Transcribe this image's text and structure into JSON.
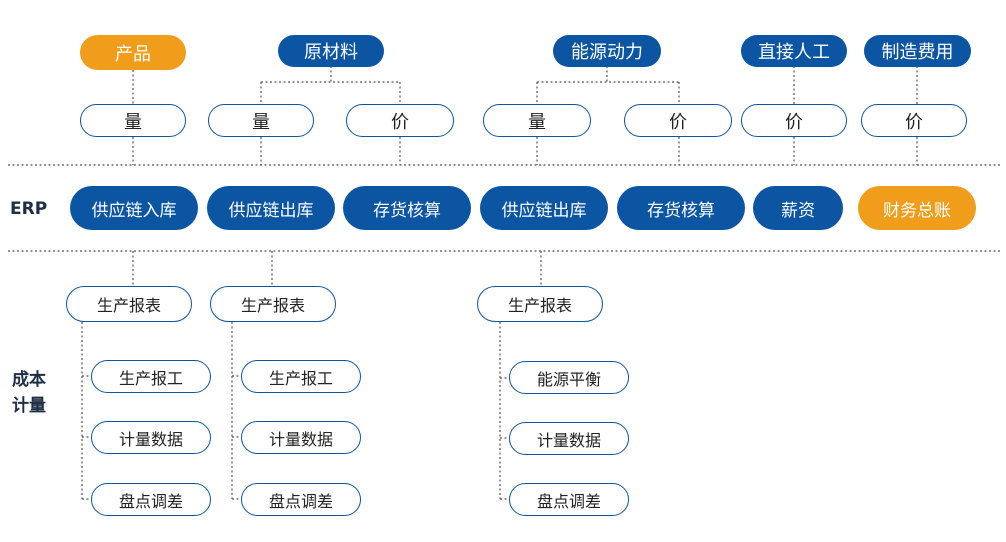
{
  "colors": {
    "primary": "#0c55a3",
    "accent": "#ef9d1b",
    "line": "#555555"
  },
  "header": {
    "product": "产品",
    "raw_material": "原材料",
    "energy": "能源动力",
    "direct_labor": "直接人工",
    "manufacturing_cost": "制造费用"
  },
  "level2": {
    "product_qty": "量",
    "raw_qty": "量",
    "raw_price": "价",
    "energy_qty": "量",
    "energy_price": "价",
    "labor_price": "价",
    "mfg_price": "价"
  },
  "row_labels": {
    "erp": "ERP",
    "cost_line1": "成本",
    "cost_line2": "计量"
  },
  "erp": {
    "supply_in": "供应链入库",
    "supply_out_1": "供应链出库",
    "inventory_1": "存货核算",
    "supply_out_2": "供应链出库",
    "inventory_2": "存货核算",
    "salary": "薪资",
    "ledger": "财务总账"
  },
  "cost": {
    "col1": {
      "report": "生产报表",
      "items": [
        "生产报工",
        "计量数据",
        "盘点调差"
      ]
    },
    "col2": {
      "report": "生产报表",
      "items": [
        "生产报工",
        "计量数据",
        "盘点调差"
      ]
    },
    "col3": {
      "report": "生产报表",
      "items": [
        "能源平衡",
        "计量数据",
        "盘点调差"
      ]
    }
  }
}
